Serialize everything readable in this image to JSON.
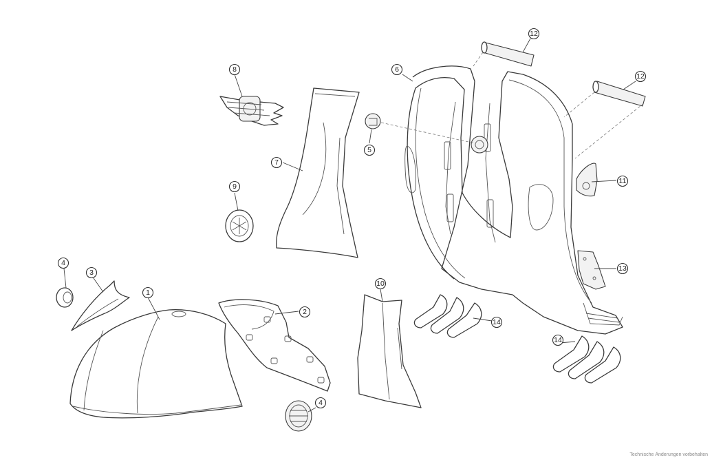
{
  "diagram": {
    "type": "exploded-parts-view",
    "callouts": {
      "c1": "1",
      "c2": "2",
      "c3": "3",
      "c4a": "4",
      "c4b": "4",
      "c5": "5",
      "c6": "6",
      "c7": "7",
      "c8": "8",
      "c9": "9",
      "c10": "10",
      "c11": "11",
      "c12a": "12",
      "c12b": "12",
      "c13": "13",
      "c14a": "14",
      "c14b": "14"
    },
    "footer_note": "Technische Änderungen vorbehalten"
  }
}
